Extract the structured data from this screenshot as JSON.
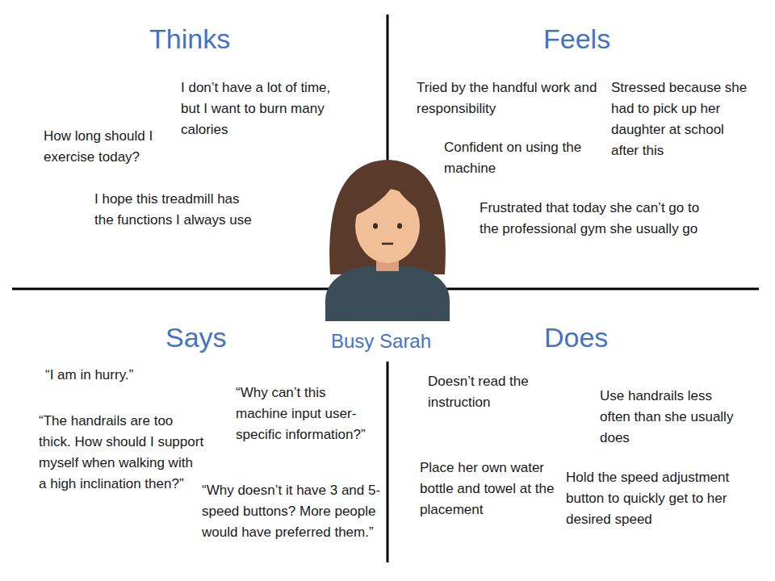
{
  "diagram": {
    "labels": [
      "Thinks",
      "I don’t have a lot of time, but I want to burn many calories",
      "How long should I exercise today?",
      "I hope this treadmill has the functions I always use",
      "Feels",
      "Tried by the handful work and responsibility",
      "Stressed because she had to pick up her daughter at school after this",
      "Confident on using the machine",
      "Frustrated that today she can’t go to the professional gym she usually go",
      "Says",
      "Busy Sarah",
      "Does",
      "“I am in hurry.”",
      "“The handrails are too thick. How should I support myself when walking with a high inclination then?”",
      "“Why can’t this machine input user-specific information?”",
      "“Why doesn’t it have 3 and 5-speed buttons? More people would have preferred them.”",
      "Doesn’t read the instruction",
      "Use handrails less often than she usually does",
      "Place her own water bottle and towel at the placement",
      "Hold the speed adjustment button to quickly get to her desired speed"
    ]
  }
}
